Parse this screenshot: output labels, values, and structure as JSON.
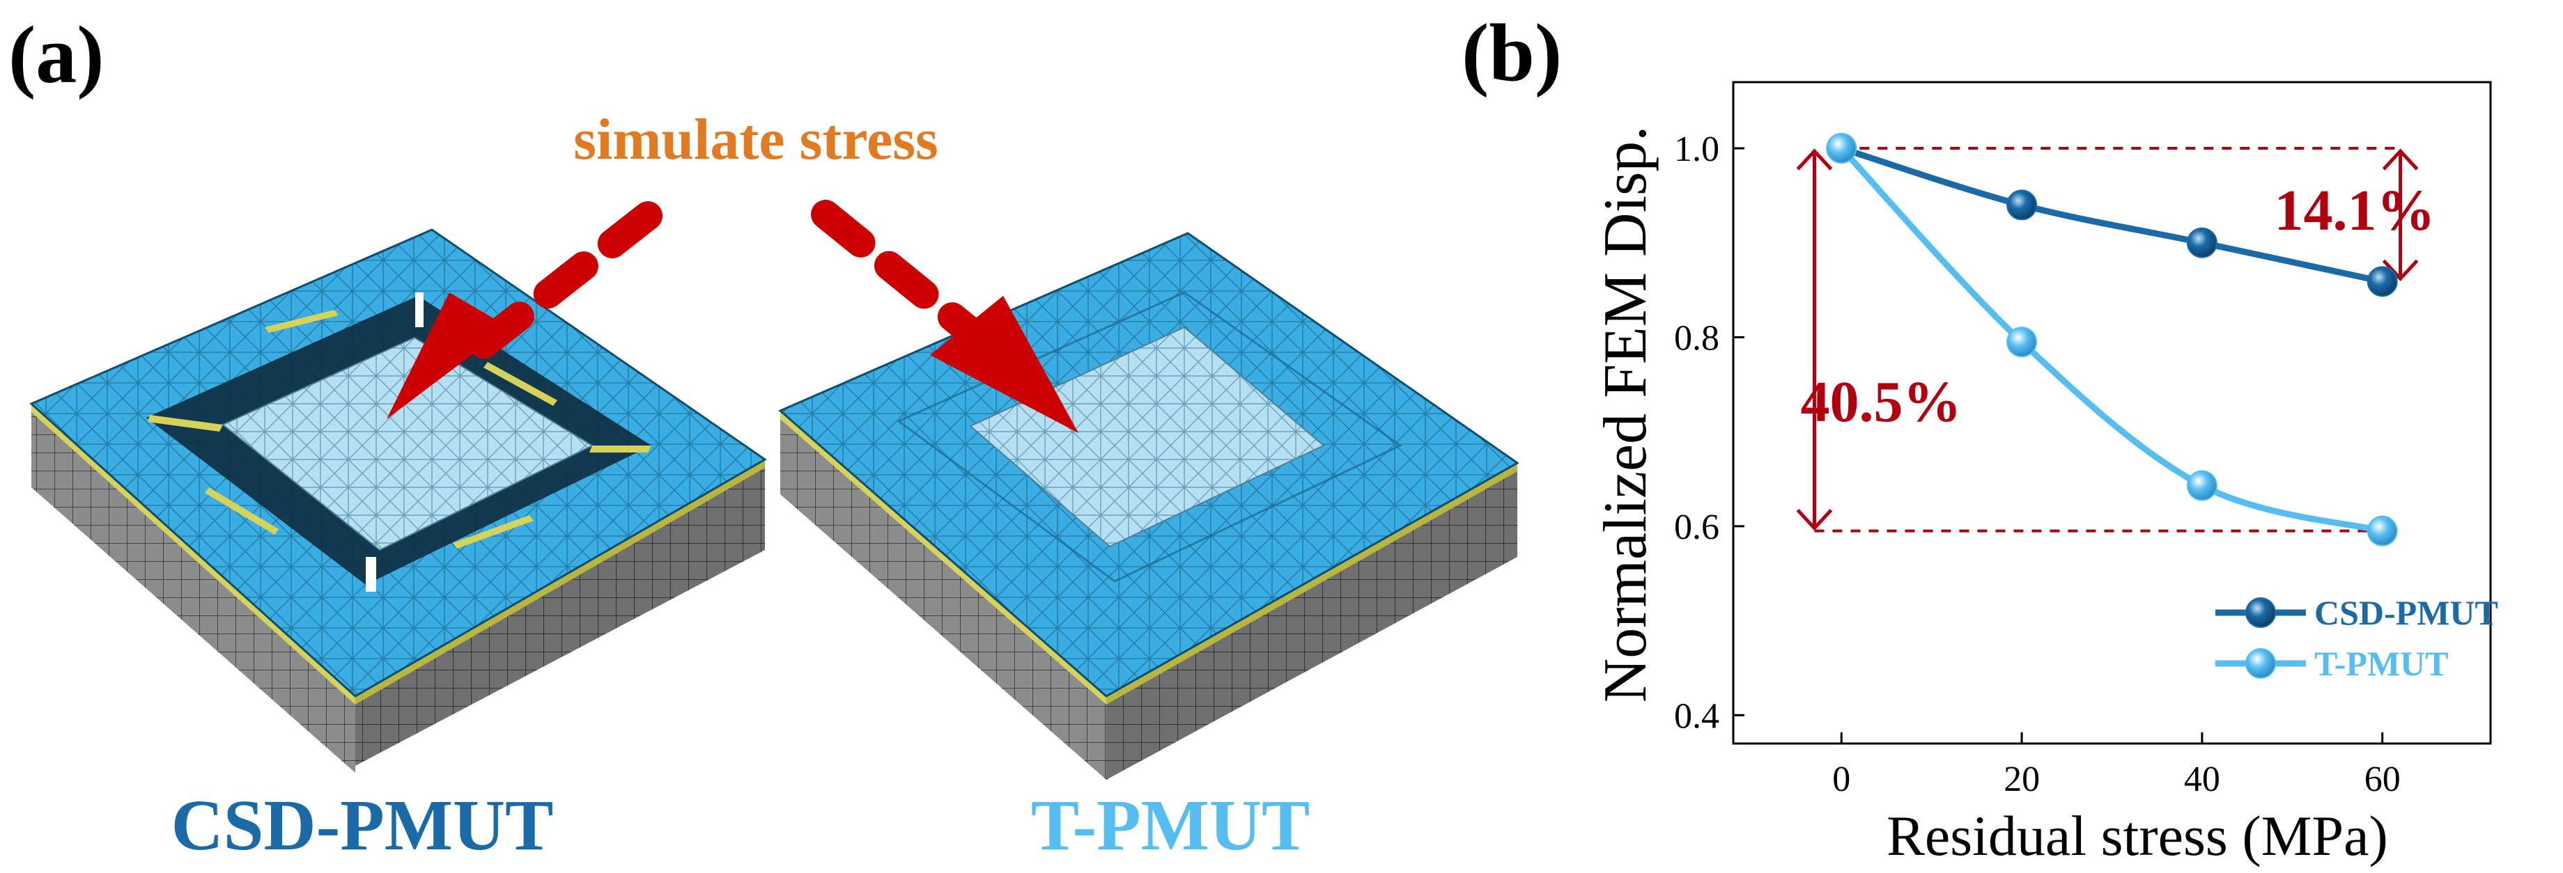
{
  "panel_a": {
    "label": "(a)",
    "annotation": "simulate stress",
    "model_left_label": "CSD-PMUT",
    "model_right_label": "T-PMUT"
  },
  "panel_b": {
    "label": "(b)",
    "annotations": {
      "csd_drop": "14.1%",
      "t_drop": "40.5%"
    }
  },
  "colors": {
    "csd": "#1a6aa8",
    "t": "#55bdf0",
    "mesh_top": "#3aaee3",
    "mesh_center": "#b6dff1",
    "substrate": "#8c8c8c",
    "arrow": "#cc0000",
    "simulate_text": "#e07b22",
    "annotation": "#b00010",
    "axis": "#000000"
  },
  "chart_data": {
    "type": "line",
    "xlabel": "Residual stress (MPa)",
    "ylabel": "Normalized FEM Disp.",
    "xlim": [
      -12,
      72
    ],
    "ylim": [
      0.37,
      1.07
    ],
    "x_ticks": [
      0,
      20,
      40,
      60
    ],
    "x_tick_labels": [
      "0",
      "20",
      "40",
      "60"
    ],
    "y_ticks": [
      0.4,
      0.6,
      0.8,
      1.0
    ],
    "y_tick_labels": [
      "0.4",
      "0.6",
      "0.8",
      "1.0"
    ],
    "grid": false,
    "legend": "bottom-right",
    "series": [
      {
        "name": "CSD-PMUT",
        "x": [
          0,
          20,
          40,
          60
        ],
        "y": [
          1.0,
          0.94,
          0.9,
          0.859
        ]
      },
      {
        "name": "T-PMUT",
        "x": [
          0,
          20,
          40,
          60
        ],
        "y": [
          1.0,
          0.795,
          0.643,
          0.595
        ]
      }
    ]
  }
}
